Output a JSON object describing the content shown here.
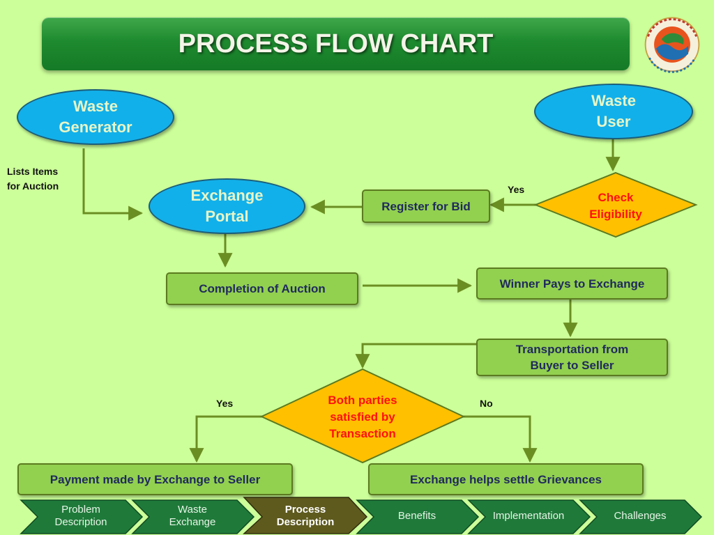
{
  "title": "PROCESS FLOW CHART",
  "colors": {
    "background": "#ccff99",
    "title_bar": "#1e8a2f",
    "ellipse_fill": "#12b0ea",
    "box_fill": "#92d050",
    "diamond_fill": "#ffc000",
    "diamond_text": "#ff1010",
    "arrow": "#6b8e23",
    "nav_fill": "#1f7a3a",
    "nav_active_fill": "#5e5a1e"
  },
  "logo": {
    "icon": "ministry-emblem-icon"
  },
  "nodes": {
    "waste_generator": "Waste\nGenerator",
    "waste_user": "Waste\nUser",
    "exchange_portal": "Exchange\nPortal",
    "register_for_bid": "Register for Bid",
    "check_eligibility": "Check\nEligibility",
    "completion_of_auction": "Completion of Auction",
    "winner_pays": "Winner Pays to Exchange",
    "transportation": "Transportation from\nBuyer to Seller",
    "both_parties_satisfied": "Both parties\nsatisfied by\nTransaction",
    "payment_made": "Payment made by Exchange to Seller",
    "exchange_helps": "Exchange helps settle Grievances"
  },
  "labels": {
    "lists_items": "Lists Items\nfor Auction",
    "yes_eligibility": "Yes",
    "yes_satisfied": "Yes",
    "no_satisfied": "No"
  },
  "nav": {
    "items": [
      {
        "label": "Problem\nDescription",
        "active": false
      },
      {
        "label": "Waste\nExchange",
        "active": false
      },
      {
        "label": "Process\nDescription",
        "active": true
      },
      {
        "label": "Benefits",
        "active": false
      },
      {
        "label": "Implementation",
        "active": false
      },
      {
        "label": "Challenges",
        "active": false
      }
    ]
  }
}
